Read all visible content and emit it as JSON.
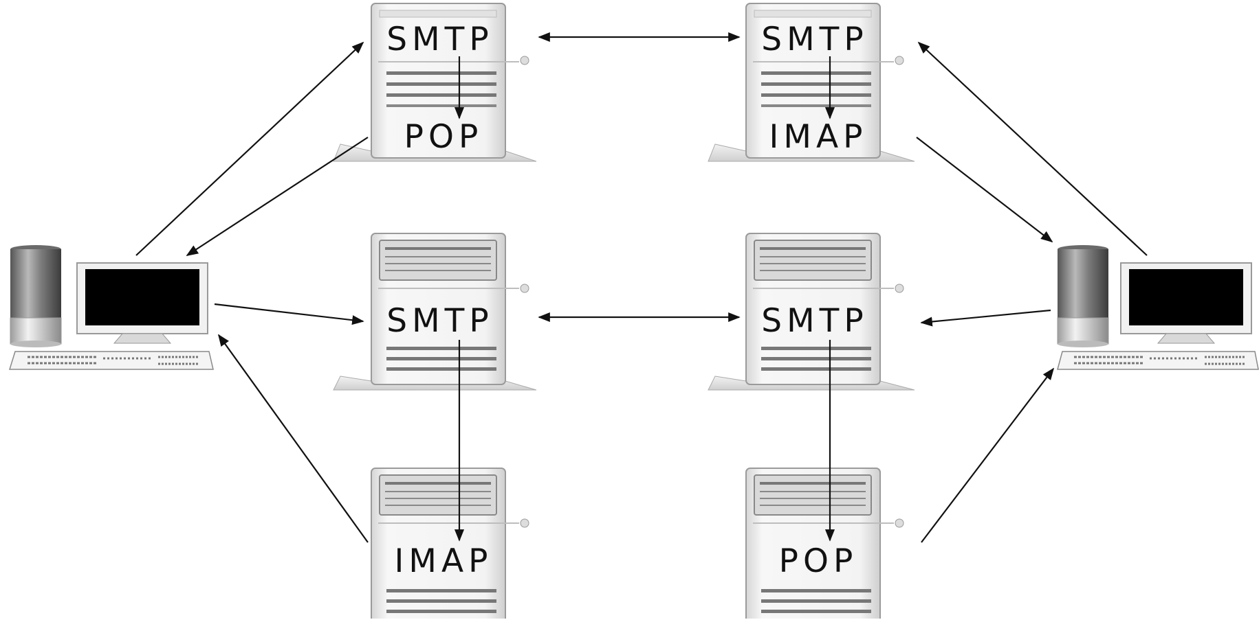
{
  "servers": {
    "top_left": {
      "top_label": "SMTP",
      "bottom_label": "POP"
    },
    "top_right": {
      "top_label": "SMTP",
      "bottom_label": "IMAP"
    },
    "mid_left": {
      "label": "SMTP"
    },
    "mid_right": {
      "label": "SMTP"
    },
    "bottom_left": {
      "label": "IMAP"
    },
    "bottom_right": {
      "label": "POP"
    }
  },
  "clients": [
    "left-computer",
    "right-computer"
  ],
  "icons": {
    "server": "server-tower-icon",
    "computer": "desktop-computer-icon"
  },
  "colors": {
    "line": "#111111",
    "server_body": "#eeeeee",
    "server_edge": "#9a9a9a",
    "screen": "#000000"
  }
}
